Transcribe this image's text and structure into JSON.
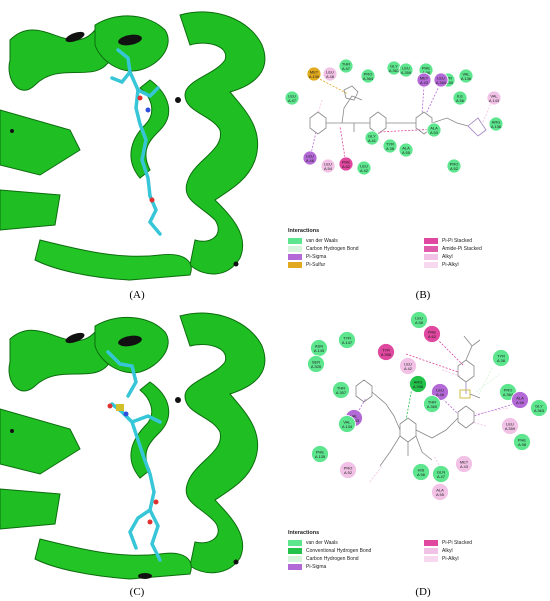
{
  "captions": {
    "a": "(A)",
    "b": "(B)",
    "c": "(C)",
    "d": "(D)"
  },
  "legend_title": "Interactions",
  "legend_b": [
    {
      "label": "van der Waals",
      "color": "#5ee68f"
    },
    {
      "label": "Carbon Hydrogen Bond",
      "color": "#d6f5dc"
    },
    {
      "label": "Pi-Sigma",
      "color": "#b46ad6"
    },
    {
      "label": "Pi-Sulfur",
      "color": "#e0a91e"
    },
    {
      "label": "Pi-Pi Stacked",
      "color": "#e0479e"
    },
    {
      "label": "Amide-Pi Stacked",
      "color": "#e05cab"
    },
    {
      "label": "Alkyl",
      "color": "#f2c2e6"
    },
    {
      "label": "Pi-Alkyl",
      "color": "#f7d8ee"
    }
  ],
  "legend_d": [
    {
      "label": "van der Waals",
      "color": "#5ee68f"
    },
    {
      "label": "Conventional Hydrogen Bond",
      "color": "#23c24a"
    },
    {
      "label": "Carbon Hydrogen Bond",
      "color": "#d6f5dc"
    },
    {
      "label": "Pi-Sigma",
      "color": "#b46ad6"
    },
    {
      "label": "Pi-Pi Stacked",
      "color": "#e0479e"
    },
    {
      "label": "Alkyl",
      "color": "#f2c2e6"
    },
    {
      "label": "Pi-Alkyl",
      "color": "#f7d8ee"
    }
  ],
  "residues_b": [
    {
      "name": "MET",
      "num": "A 139",
      "type": "pisulfur"
    },
    {
      "name": "LEU",
      "num": "A 48",
      "type": "alkyl"
    },
    {
      "name": "THR",
      "num": "A 47",
      "type": "vdw"
    },
    {
      "name": "PRO",
      "num": "A 364",
      "type": "vdw"
    },
    {
      "name": "GLY",
      "num": "A 363",
      "type": "vdw"
    },
    {
      "name": "LEU",
      "num": "A 359",
      "type": "vdw"
    },
    {
      "name": "PHE",
      "num": "A 98",
      "type": "vdw"
    },
    {
      "name": "TYR",
      "num": "A 150",
      "type": "vdw"
    },
    {
      "name": "VAL",
      "num": "A 136",
      "type": "vdw"
    },
    {
      "name": "LEU",
      "num": "A 47",
      "type": "vdw"
    },
    {
      "name": "MET",
      "num": "A 43",
      "type": "pisigma"
    },
    {
      "name": "LEU",
      "num": "A 360",
      "type": "pisigma"
    },
    {
      "name": "ILE",
      "num": "A 56",
      "type": "vdw"
    },
    {
      "name": "VAL",
      "num": "A 143",
      "type": "alkyl"
    },
    {
      "name": "ARG",
      "num": "A 136",
      "type": "vdw"
    },
    {
      "name": "LEU",
      "num": "A 46",
      "type": "pisigma"
    },
    {
      "name": "GLY",
      "num": "A 41",
      "type": "vdw"
    },
    {
      "name": "TYR",
      "num": "A 38",
      "type": "vdw"
    },
    {
      "name": "ALA",
      "num": "A 55",
      "type": "vdw"
    },
    {
      "name": "ALA",
      "num": "A 53",
      "type": "vdw"
    },
    {
      "name": "PRO",
      "num": "A 52",
      "type": "vdw"
    },
    {
      "name": "LEU",
      "num": "A 54",
      "type": "alkyl"
    },
    {
      "name": "PHE",
      "num": "A 62",
      "type": "pipi"
    },
    {
      "name": "LEU",
      "num": "A 42",
      "type": "vdw"
    }
  ],
  "residues_d": [
    {
      "name": "LEU",
      "num": "A 58",
      "type": "vdw"
    },
    {
      "name": "PHE",
      "num": "A 62",
      "type": "pipi"
    },
    {
      "name": "ASN",
      "num": "A 145",
      "type": "vdw"
    },
    {
      "name": "TYR",
      "num": "A 147",
      "type": "vdw"
    },
    {
      "name": "TYR",
      "num": "A 356",
      "type": "pipi"
    },
    {
      "name": "SER",
      "num": "A 305",
      "type": "vdw"
    },
    {
      "name": "LEU",
      "num": "A 42",
      "type": "alkyl"
    },
    {
      "name": "TYR",
      "num": "A 38",
      "type": "vdw"
    },
    {
      "name": "THR",
      "num": "A 357",
      "type": "vdw"
    },
    {
      "name": "ARG",
      "num": "A 356",
      "type": "hbond"
    },
    {
      "name": "LEU",
      "num": "A 46",
      "type": "pisigma"
    },
    {
      "name": "PRO",
      "num": "A 364",
      "type": "vdw"
    },
    {
      "name": "THR",
      "num": "A 360",
      "type": "vdw"
    },
    {
      "name": "VAL",
      "num": "A 143",
      "type": "pisigma"
    },
    {
      "name": "ALA",
      "num": "A 59",
      "type": "pisigma"
    },
    {
      "name": "GLY",
      "num": "A 363",
      "type": "vdw"
    },
    {
      "name": "VAL",
      "num": "A 134",
      "type": "vdw"
    },
    {
      "name": "LEU",
      "num": "A 359",
      "type": "alkyl"
    },
    {
      "name": "PHE",
      "num": "A 135",
      "type": "vdw"
    },
    {
      "name": "MET",
      "num": "A 43",
      "type": "alkyl"
    },
    {
      "name": "PHE",
      "num": "A 98",
      "type": "vdw"
    },
    {
      "name": "PRO",
      "num": "A 52",
      "type": "alkyl"
    },
    {
      "name": "HIS",
      "num": "A 56",
      "type": "vdw"
    },
    {
      "name": "GLN",
      "num": "A 47",
      "type": "vdw"
    },
    {
      "name": "ALA",
      "num": "A 55",
      "type": "alkyl"
    }
  ]
}
